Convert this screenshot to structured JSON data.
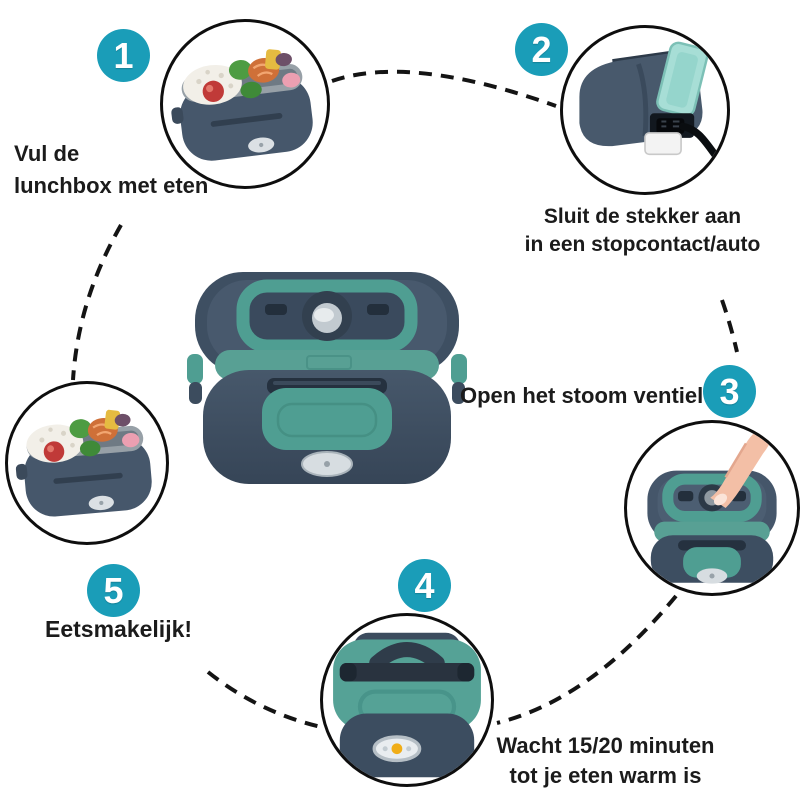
{
  "colors": {
    "background": "#ffffff",
    "accent_teal": "#1a9db8",
    "text": "#1b1b1b",
    "connector": "#141414",
    "box_body_dark": "#3e4f62",
    "box_teal": "#4f9e92",
    "box_mint": "#a7ded6",
    "led_amber": "#f0ad17"
  },
  "steps": [
    {
      "number": "1",
      "lines": [
        "Vul de",
        "lunchbox met eten"
      ],
      "photo": "open-lunchbox-filled-with-food"
    },
    {
      "number": "2",
      "lines": [
        "Sluit de stekker aan",
        "in een stopcontact/auto"
      ],
      "photo": "plug-connected-to-lunchbox"
    },
    {
      "number": "3",
      "lines": [
        "Open het stoom ventiel"
      ],
      "photo": "finger-pressing-steam-valve"
    },
    {
      "number": "4",
      "lines": [
        "Wacht 15/20 minuten",
        "tot je eten warm is"
      ],
      "photo": "heating-led-indicator-lit"
    },
    {
      "number": "5",
      "lines": [
        "Eetsmakelijk!"
      ],
      "photo": "open-lunchbox-ready-to-eat"
    }
  ]
}
